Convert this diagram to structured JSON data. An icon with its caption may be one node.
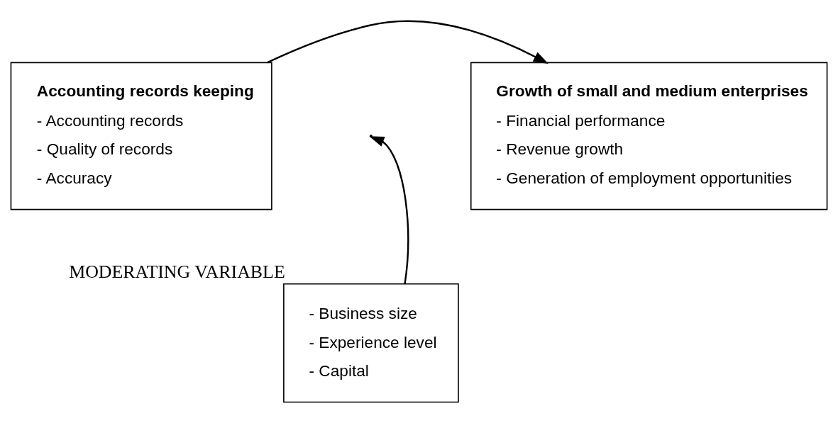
{
  "diagram": {
    "nodes": [
      {
        "text": [
          "Accounting records keeping",
          "- Accounting records",
          "- Quality of records",
          "- Accuracy"
        ]
      },
      {
        "text": [
          "Growth of small and medium enterprises",
          "- Financial performance",
          "- Revenue growth",
          "- Generation of employment opportunities"
        ]
      },
      {
        "text": [
          "- Business size",
          "- Experience level",
          "- Capital"
        ],
        "beside": [
          "MODERATING VARIABLE"
        ]
      }
    ],
    "edges": [
      {
        "from": 0,
        "to": 1,
        "arrow": "to"
      },
      {
        "from": 2,
        "to": null,
        "arrow": "to"
      }
    ]
  }
}
